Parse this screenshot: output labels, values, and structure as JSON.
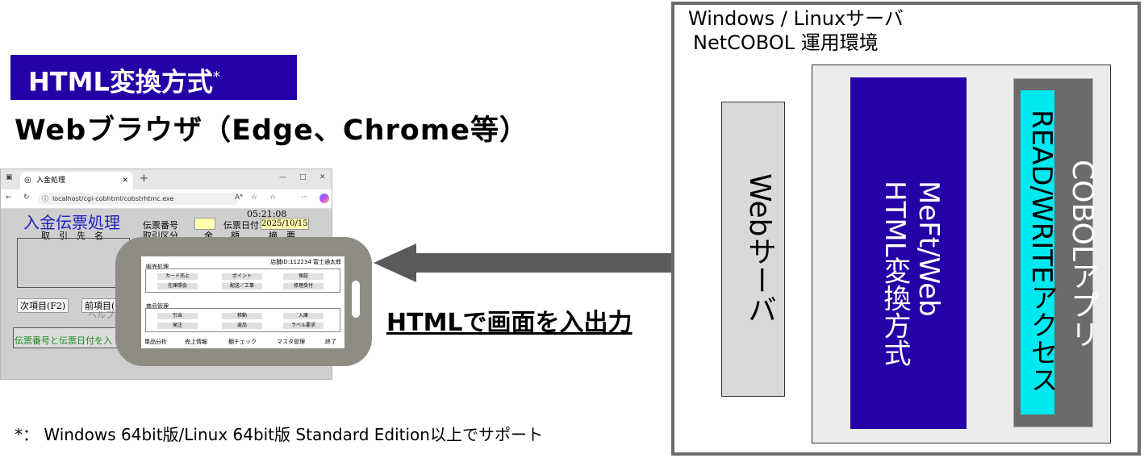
{
  "left": {
    "badge": "HTML変換方式",
    "badge_mark": "*",
    "subtitle": "Webブラウザ（Edge、Chrome等）"
  },
  "browser": {
    "tab_title": "入金処理",
    "url": "localhost/cgi-cobhtml/cobstrhtmc.exe",
    "form": {
      "title": "入金伝票処理",
      "time": "05:21:08",
      "slip_no_label": "伝票番号",
      "slip_date_label": "伝票日付",
      "slip_date_value": "2025/10/15",
      "customer_label": "取　引　先　名",
      "txn_type_label": "取引区分",
      "amount_label": "金　　額",
      "summary_label": "摘　要",
      "next_item": "次項目(F2)",
      "prev_item": "前項目(",
      "help": "ヘルプ",
      "message": "伝票番号と伝票日付を入"
    }
  },
  "phone": {
    "store_id": "店舗ID:112234 富士通太郎",
    "sales_section": "販売処理",
    "sales_buttons": [
      "カード売上",
      "ポイント",
      "保証",
      "在庫照会",
      "配送／工事",
      "修理受付"
    ],
    "goods_section": "商品管理",
    "goods_buttons": [
      "引当",
      "移動",
      "入庫",
      "発注",
      "返品",
      "ラベル要求"
    ],
    "bottom_menu": [
      "単品分析",
      "売上情報",
      "棚チェック",
      "マスタ管理",
      "終了"
    ]
  },
  "arrow_label": "HTMLで画面を入出力",
  "footnote": "*：  Windows 64bit版/Linux 64bit版 Standard Edition以上でサポート",
  "server": {
    "title_line1": "Windows / Linuxサーバ",
    "title_line2": "NetCOBOL 運用環境",
    "web_server": "Webサーバ",
    "meft_line1": "MeFt/Web",
    "meft_line2": "HTML変換方式",
    "cobol_app": "COBOLアプリ",
    "read_write": "READ/WRITEアクセス"
  },
  "colors": {
    "accent_blue": "#2400a6",
    "cyan": "#00e8f0",
    "gray_dark": "#6b6b6b",
    "arrow": "#5a5a5a"
  }
}
